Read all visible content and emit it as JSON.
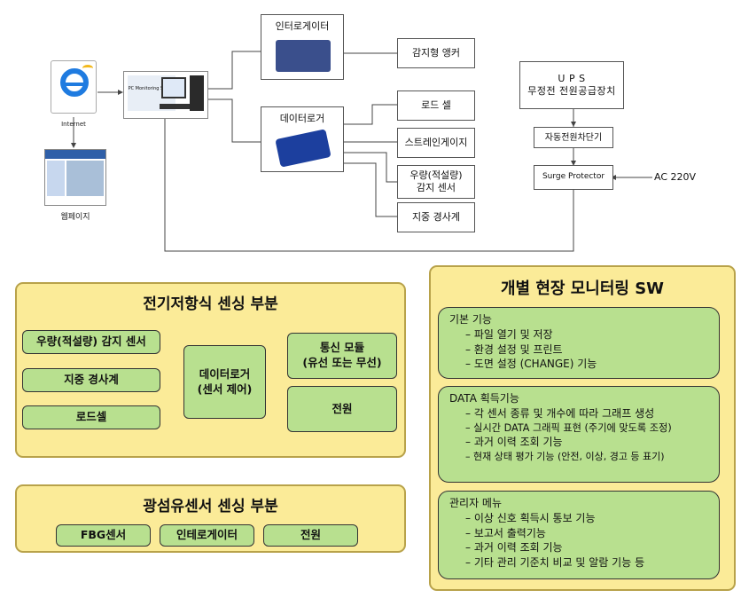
{
  "top": {
    "internet_label": "Internet",
    "webpage_label": "웹페이지",
    "server_label": "PC Monitoring Server",
    "interrogator": "인터로게이터",
    "anchor": "감지형 앵커",
    "datalogger": "데이터로거",
    "loadcell": "로드 셀",
    "strain": "스트레인게이지",
    "rain": "우량(적설량)\n감지 센서",
    "slope": "지중 경사계",
    "ups": "U P S\n무정전 전원공급장치",
    "auto_cutoff": "자동전원차단기",
    "surge": "Surge Protector",
    "ac": "AC 220V"
  },
  "electric": {
    "title": "전기저항식 센싱 부분",
    "left_items": [
      "우량(적설량) 감지 센서",
      "지중 경사계",
      "로드셀"
    ],
    "center": "데이터로거\n(센서 제어)",
    "comm": "통신 모듈\n(유선 또는 무선)",
    "power": "전원"
  },
  "optical": {
    "title": "광섬유센서 센싱 부분",
    "items": [
      "FBG센서",
      "인테로게이터",
      "전원"
    ]
  },
  "sw": {
    "title": "개별 현장 모니터링 SW",
    "groups": [
      {
        "head": "기본 기능",
        "items": [
          "– 파일 열기 및 저장",
          "– 환경 설정 및 프린트",
          "– 도면 설정 (CHANGE) 기능"
        ]
      },
      {
        "head": "DATA 획득기능",
        "items": [
          "– 각 센서 종류 및 개수에 따라 그래프 생성",
          "– 실시간 DATA 그래픽 표현 (주기에 맞도록 조정)",
          "– 과거 이력 조회 기능",
          "– 현재 상태 평가 기능 (안전, 이상, 경고 등 표기)"
        ]
      },
      {
        "head": "관리자 메뉴",
        "items": [
          "– 이상 신호 획득시 통보 기능",
          "– 보고서 출력기능",
          "– 과거 이력 조회 기능",
          "– 기타 관리 기준치 비교 및 알람 기능 등"
        ]
      }
    ]
  }
}
